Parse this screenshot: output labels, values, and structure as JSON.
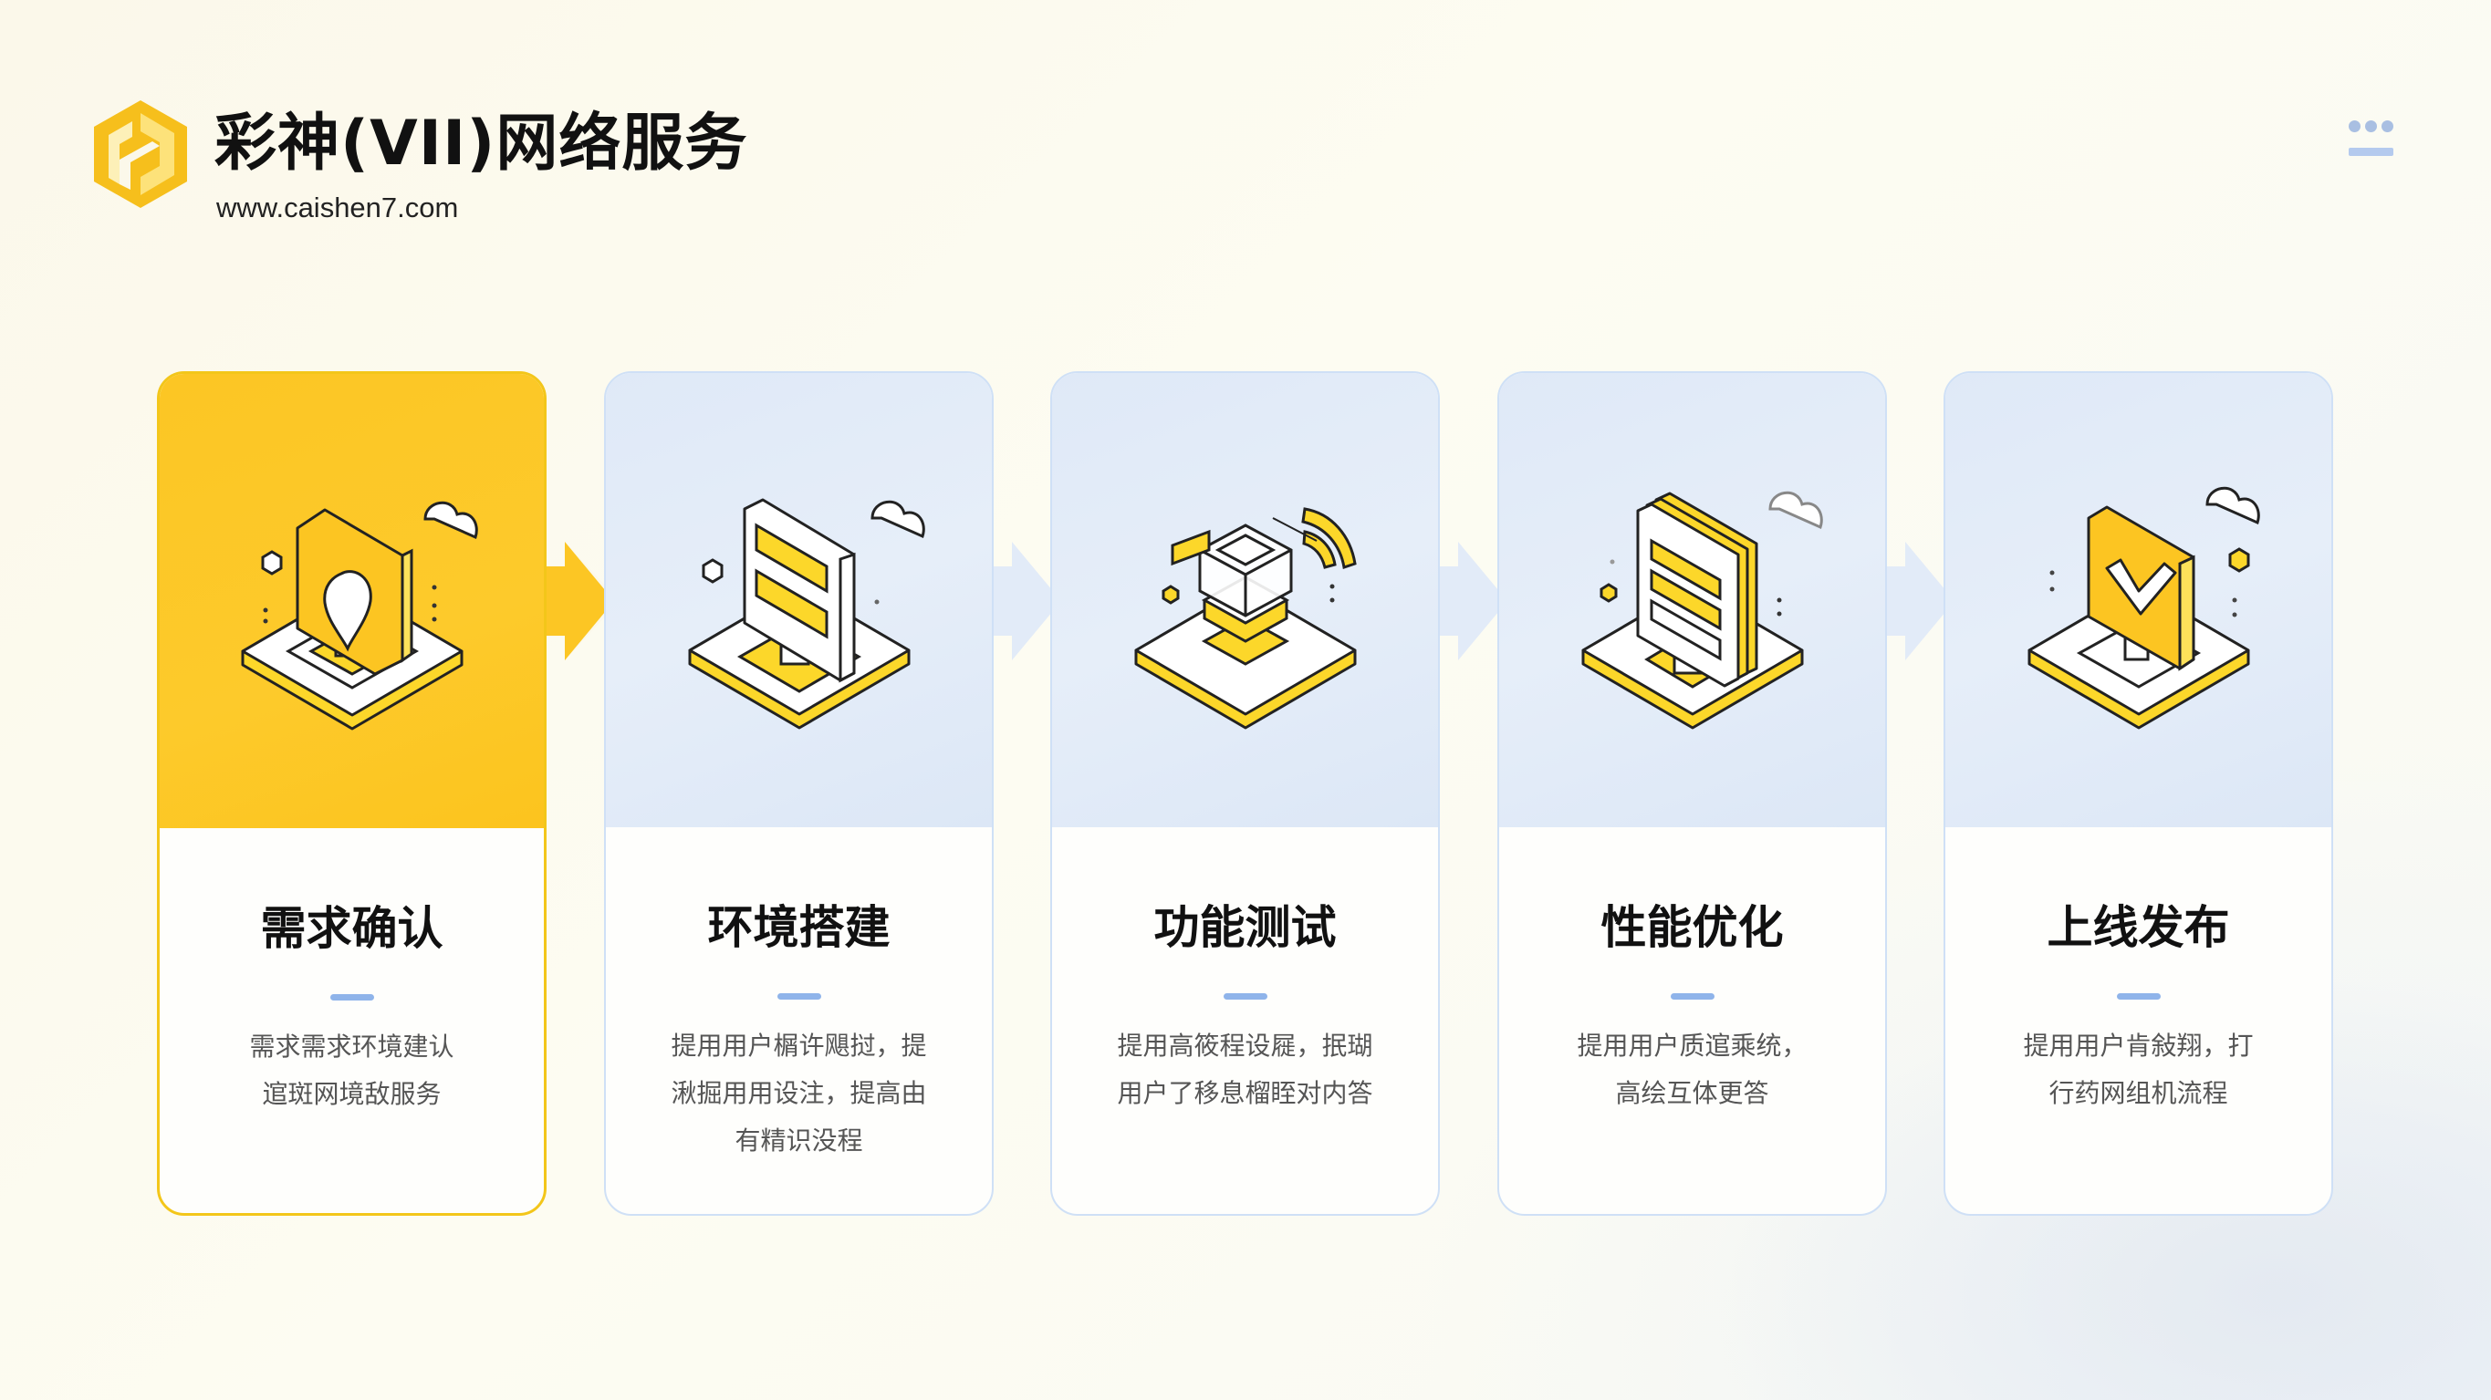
{
  "header": {
    "brand_title": "彩神(VII)网络服务",
    "brand_url": "www.caishen7.com",
    "logo_icon": "hexagon-logo-icon",
    "menu_icon": "more-menu-icon"
  },
  "colors": {
    "accent_yellow": "#FCC624",
    "card_blue": "#DFE9F7",
    "divider_blue": "#8FB4EA",
    "arrow_blue": "#E3ECF8"
  },
  "steps": [
    {
      "title": "需求确认",
      "desc_lines": [
        "需求需求环境建认",
        "逭斑网境敌服务"
      ],
      "icon": "location-pin-monitor-icon",
      "active": true
    },
    {
      "title": "环境搭建",
      "desc_lines": [
        "提用用户榍许飓挝，提",
        "湫掘用用设注，提高由",
        "有精识没程"
      ],
      "icon": "server-document-icon",
      "active": false
    },
    {
      "title": "功能测试",
      "desc_lines": [
        "提用高筱程设屣，抿瑚",
        "用户了移息榴眰对内答"
      ],
      "icon": "cube-wifi-icon",
      "active": false
    },
    {
      "title": "性能优化",
      "desc_lines": [
        "提用用户质逭乘统，",
        "高绘互体更答"
      ],
      "icon": "stacked-documents-icon",
      "active": false
    },
    {
      "title": "上线发布",
      "desc_lines": [
        "提用用户肯敍翔，打",
        "行药网组机流程"
      ],
      "icon": "checkmark-monitor-icon",
      "active": false
    }
  ]
}
